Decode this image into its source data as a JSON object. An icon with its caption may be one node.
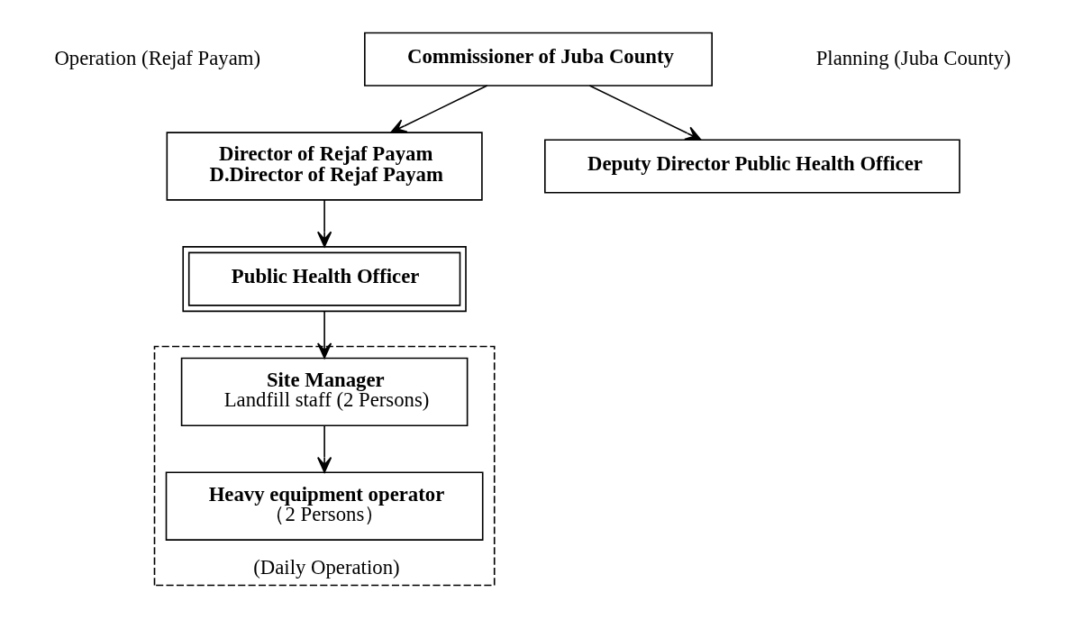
{
  "diagram": {
    "nodes": [
      {
        "text": [
          "Commissioner of Juba County"
        ]
      },
      {
        "text": [
          "Director of Rejaf Payam",
          "D.Director of Rejaf Payam"
        ]
      },
      {
        "text": [
          "Deputy Director Public Health Officer"
        ]
      },
      {
        "text": [
          "Public Health Officer"
        ]
      },
      {
        "text": [
          "(Daily Operation)"
        ]
      },
      {
        "text": [
          "Site Manager",
          "Landfill staff (2 Persons)"
        ],
        "in": 4
      },
      {
        "text": [
          "Heavy equipment operator",
          "（2 Persons）"
        ],
        "in": 4
      }
    ],
    "edges": [
      {
        "from": 0,
        "to": 1,
        "arrow": "to"
      },
      {
        "from": 0,
        "to": 2,
        "arrow": "to"
      },
      {
        "from": 1,
        "to": 3,
        "arrow": "to"
      },
      {
        "from": 3,
        "to": 5,
        "arrow": "to"
      },
      {
        "from": 5,
        "to": 6,
        "arrow": "to"
      }
    ],
    "labels": [
      "Operation (Rejaf Payam)",
      "Planning (Juba County)"
    ]
  }
}
